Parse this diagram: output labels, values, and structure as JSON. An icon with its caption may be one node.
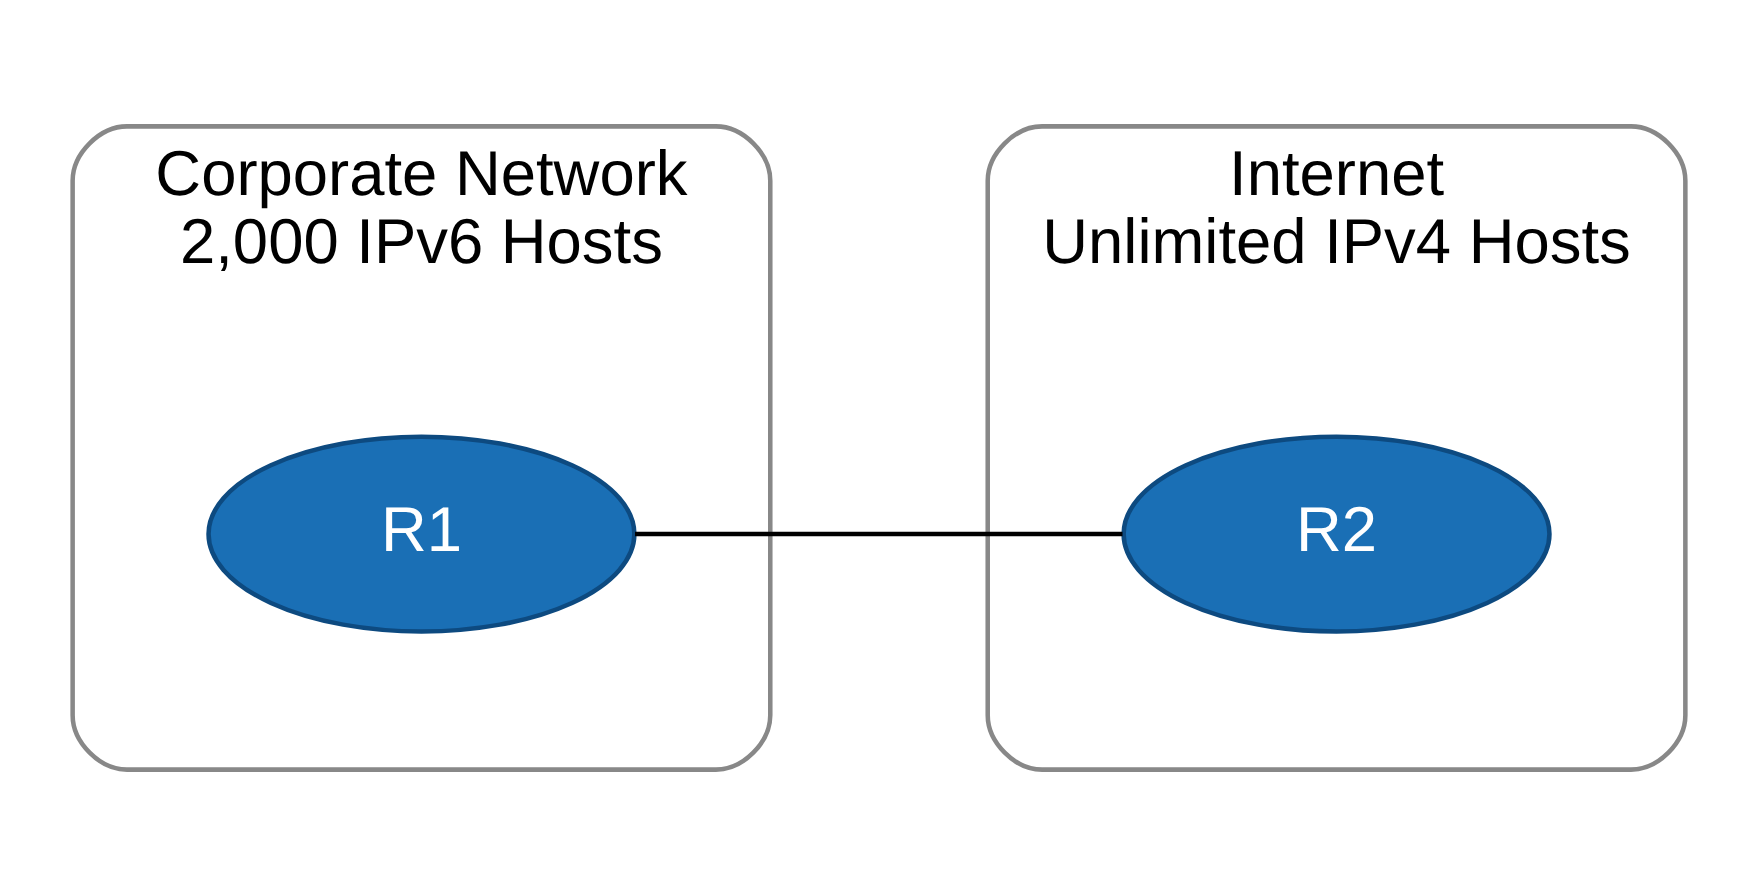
{
  "diagram": {
    "nodes": [
      {
        "text": [
          "Corporate Network",
          "2,000 IPv6 Hosts"
        ]
      },
      {
        "text": [
          "R1"
        ],
        "in": 0
      },
      {
        "text": [
          "Internet",
          "Unlimited IPv4 Hosts"
        ]
      },
      {
        "text": [
          "R2"
        ],
        "in": 2
      }
    ],
    "edges": [
      {
        "from": 1,
        "to": 3,
        "arrow": "none"
      }
    ]
  }
}
